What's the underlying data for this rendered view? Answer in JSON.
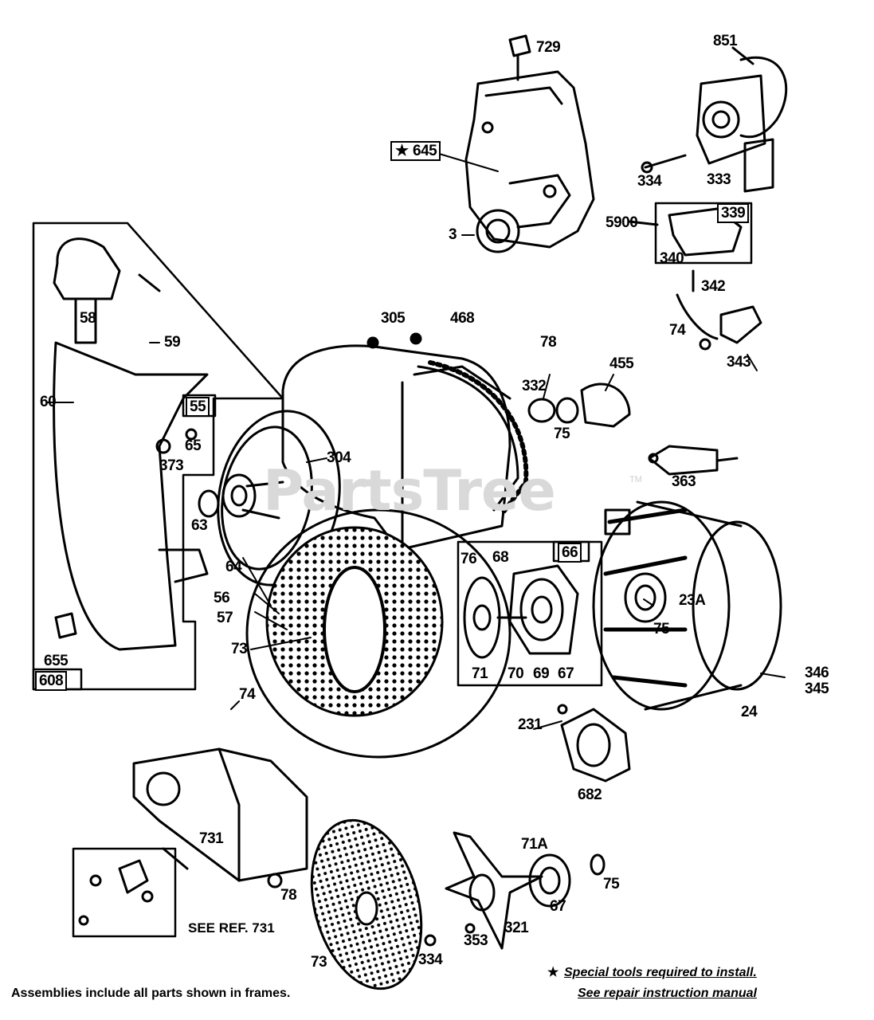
{
  "watermark": {
    "text": "PartsTree",
    "tm": "TM"
  },
  "callouts": {
    "p729": "729",
    "p851": "851",
    "p645": "645",
    "p3": "3",
    "p334a": "334",
    "p333": "333",
    "p5900": "5900",
    "p339": "339",
    "p340": "340",
    "p342": "342",
    "p74a": "74",
    "p343": "343",
    "p58": "58",
    "p59": "59",
    "p60": "60",
    "p55": "55",
    "p65": "65",
    "p373": "373",
    "p305": "305",
    "p468": "468",
    "p78a": "78",
    "p332": "332",
    "p75a": "75",
    "p455": "455",
    "p304": "304",
    "p63": "63",
    "p64": "64",
    "p56": "56",
    "p57": "57",
    "p73a": "73",
    "p655": "655",
    "p608": "608",
    "p74b": "74",
    "p363": "363",
    "p76": "76",
    "p68": "68",
    "p66": "66",
    "p71": "71",
    "p70": "70",
    "p69": "69",
    "p67a": "67",
    "p23a": "23A",
    "p75b": "75",
    "p346": "346",
    "p345": "345",
    "p24": "24",
    "p231": "231",
    "p682": "682",
    "p731": "731",
    "p78b": "78",
    "p71a": "71A",
    "p75c": "75",
    "p67b": "67",
    "p321": "321",
    "p353": "353",
    "p334b": "334",
    "p73b": "73"
  },
  "notes": {
    "see_ref": "SEE REF. 731",
    "assemblies": "Assemblies include all parts shown in frames.",
    "special_tools": "Special tools required to install.",
    "repair_manual": "See repair instruction manual",
    "star": "★"
  }
}
